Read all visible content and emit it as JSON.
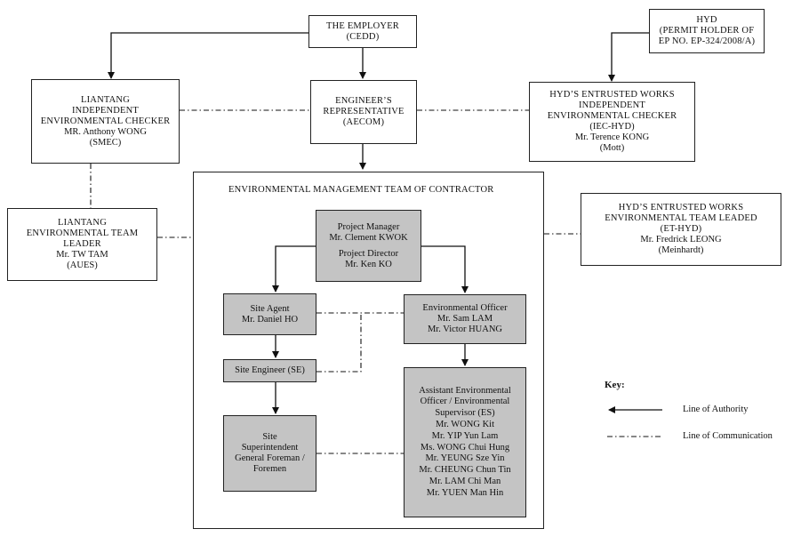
{
  "boxes": {
    "employer": [
      "THE EMPLOYER",
      "(CEDD)"
    ],
    "hyd_permit": [
      "HYD",
      "(PERMIT HOLDER OF",
      "EP NO. EP-324/2008/A)"
    ],
    "liantang_iec": [
      "LIANTANG",
      "INDEPENDENT",
      "ENVIRONMENTAL CHECKER",
      "MR. Anthony WONG",
      "(SMEC)"
    ],
    "engineer_rep": [
      "ENGINEER’S",
      "REPRESENTATIVE",
      "(AECOM)"
    ],
    "hyd_iec": [
      "HYD’S ENTRUSTED WORKS",
      "INDEPENDENT",
      "ENVIRONMENTAL CHECKER",
      "(IEC-HYD)",
      "Mr. Terence KONG",
      "(Mott)"
    ],
    "hyd_et": [
      "HYD’S ENTRUSTED WORKS",
      "ENVIRONMENTAL TEAM LEADED",
      "(ET-HYD)",
      "Mr. Fredrick LEONG",
      "(Meinhardt)"
    ],
    "liantang_et": [
      "LIANTANG",
      "ENVIRONMENTAL TEAM",
      "LEADER",
      "Mr. TW TAM",
      "(AUES)"
    ],
    "project_manager": [
      "Project Manager",
      "Mr. Clement KWOK"
    ],
    "project_director": [
      "Project Director",
      "Mr. Ken KO"
    ],
    "site_agent": [
      "Site Agent",
      "Mr. Daniel HO"
    ],
    "env_officer": [
      "Environmental Officer",
      "Mr. Sam LAM",
      "Mr. Victor HUANG"
    ],
    "site_engineer": [
      "Site Engineer (SE)"
    ],
    "site_superintendent": [
      "Site",
      "Superintendent",
      "General Foreman /",
      "Foremen"
    ],
    "assistant_eo": [
      "Assistant Environmental",
      "Officer / Environmental",
      "Supervisor (ES)",
      "Mr. WONG Kit",
      "Mr. YIP Yun Lam",
      "Ms. WONG Chui Hung",
      "Mr. YEUNG Sze Yin",
      "Mr. CHEUNG Chun Tin",
      "Mr. LAM Chi Man",
      "Mr. YUEN Man Hin"
    ]
  },
  "frame_title": "ENVIRONMENTAL MANAGEMENT TEAM OF CONTRACTOR",
  "key": {
    "title": "Key:",
    "authority": "Line of Authority",
    "communication": "Line of Communication"
  }
}
